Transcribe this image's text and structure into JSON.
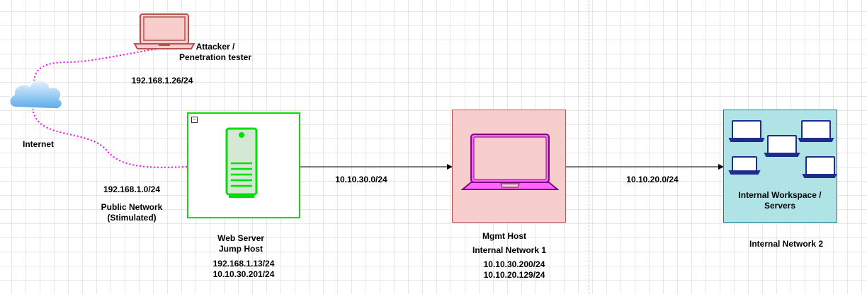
{
  "attacker": {
    "label": "Attacker /\nPenetration tester",
    "ip": "192.168.1.26/24",
    "icon": "laptop-icon",
    "color": "#f8cecc"
  },
  "internet": {
    "label": "Internet",
    "icon": "cloud-icon"
  },
  "public_network": {
    "subnet": "192.168.1.0/24",
    "label": "Public Network\n(Stimulated)"
  },
  "web_server": {
    "name": "Web Server\nJump Host",
    "ips": "192.168.1.13/24\n10.10.30.201/24",
    "icon": "server-icon",
    "color": "#00e000"
  },
  "link_web_mgmt": {
    "subnet": "10.10.30.0/24"
  },
  "mgmt_host": {
    "name": "Mgmt Host",
    "network": "Internal Network 1",
    "ips": "10.10.30.200/24\n10.10.20.129/24",
    "icon": "laptop-icon",
    "color": "#ff66ff"
  },
  "link_mgmt_workspace": {
    "subnet": "10.10.20.0/24"
  },
  "workspace": {
    "label": "Internal Workspace /\nServers",
    "network": "Internal Network 2",
    "icon": "laptop-group-icon",
    "color": "#b0e3e6"
  }
}
